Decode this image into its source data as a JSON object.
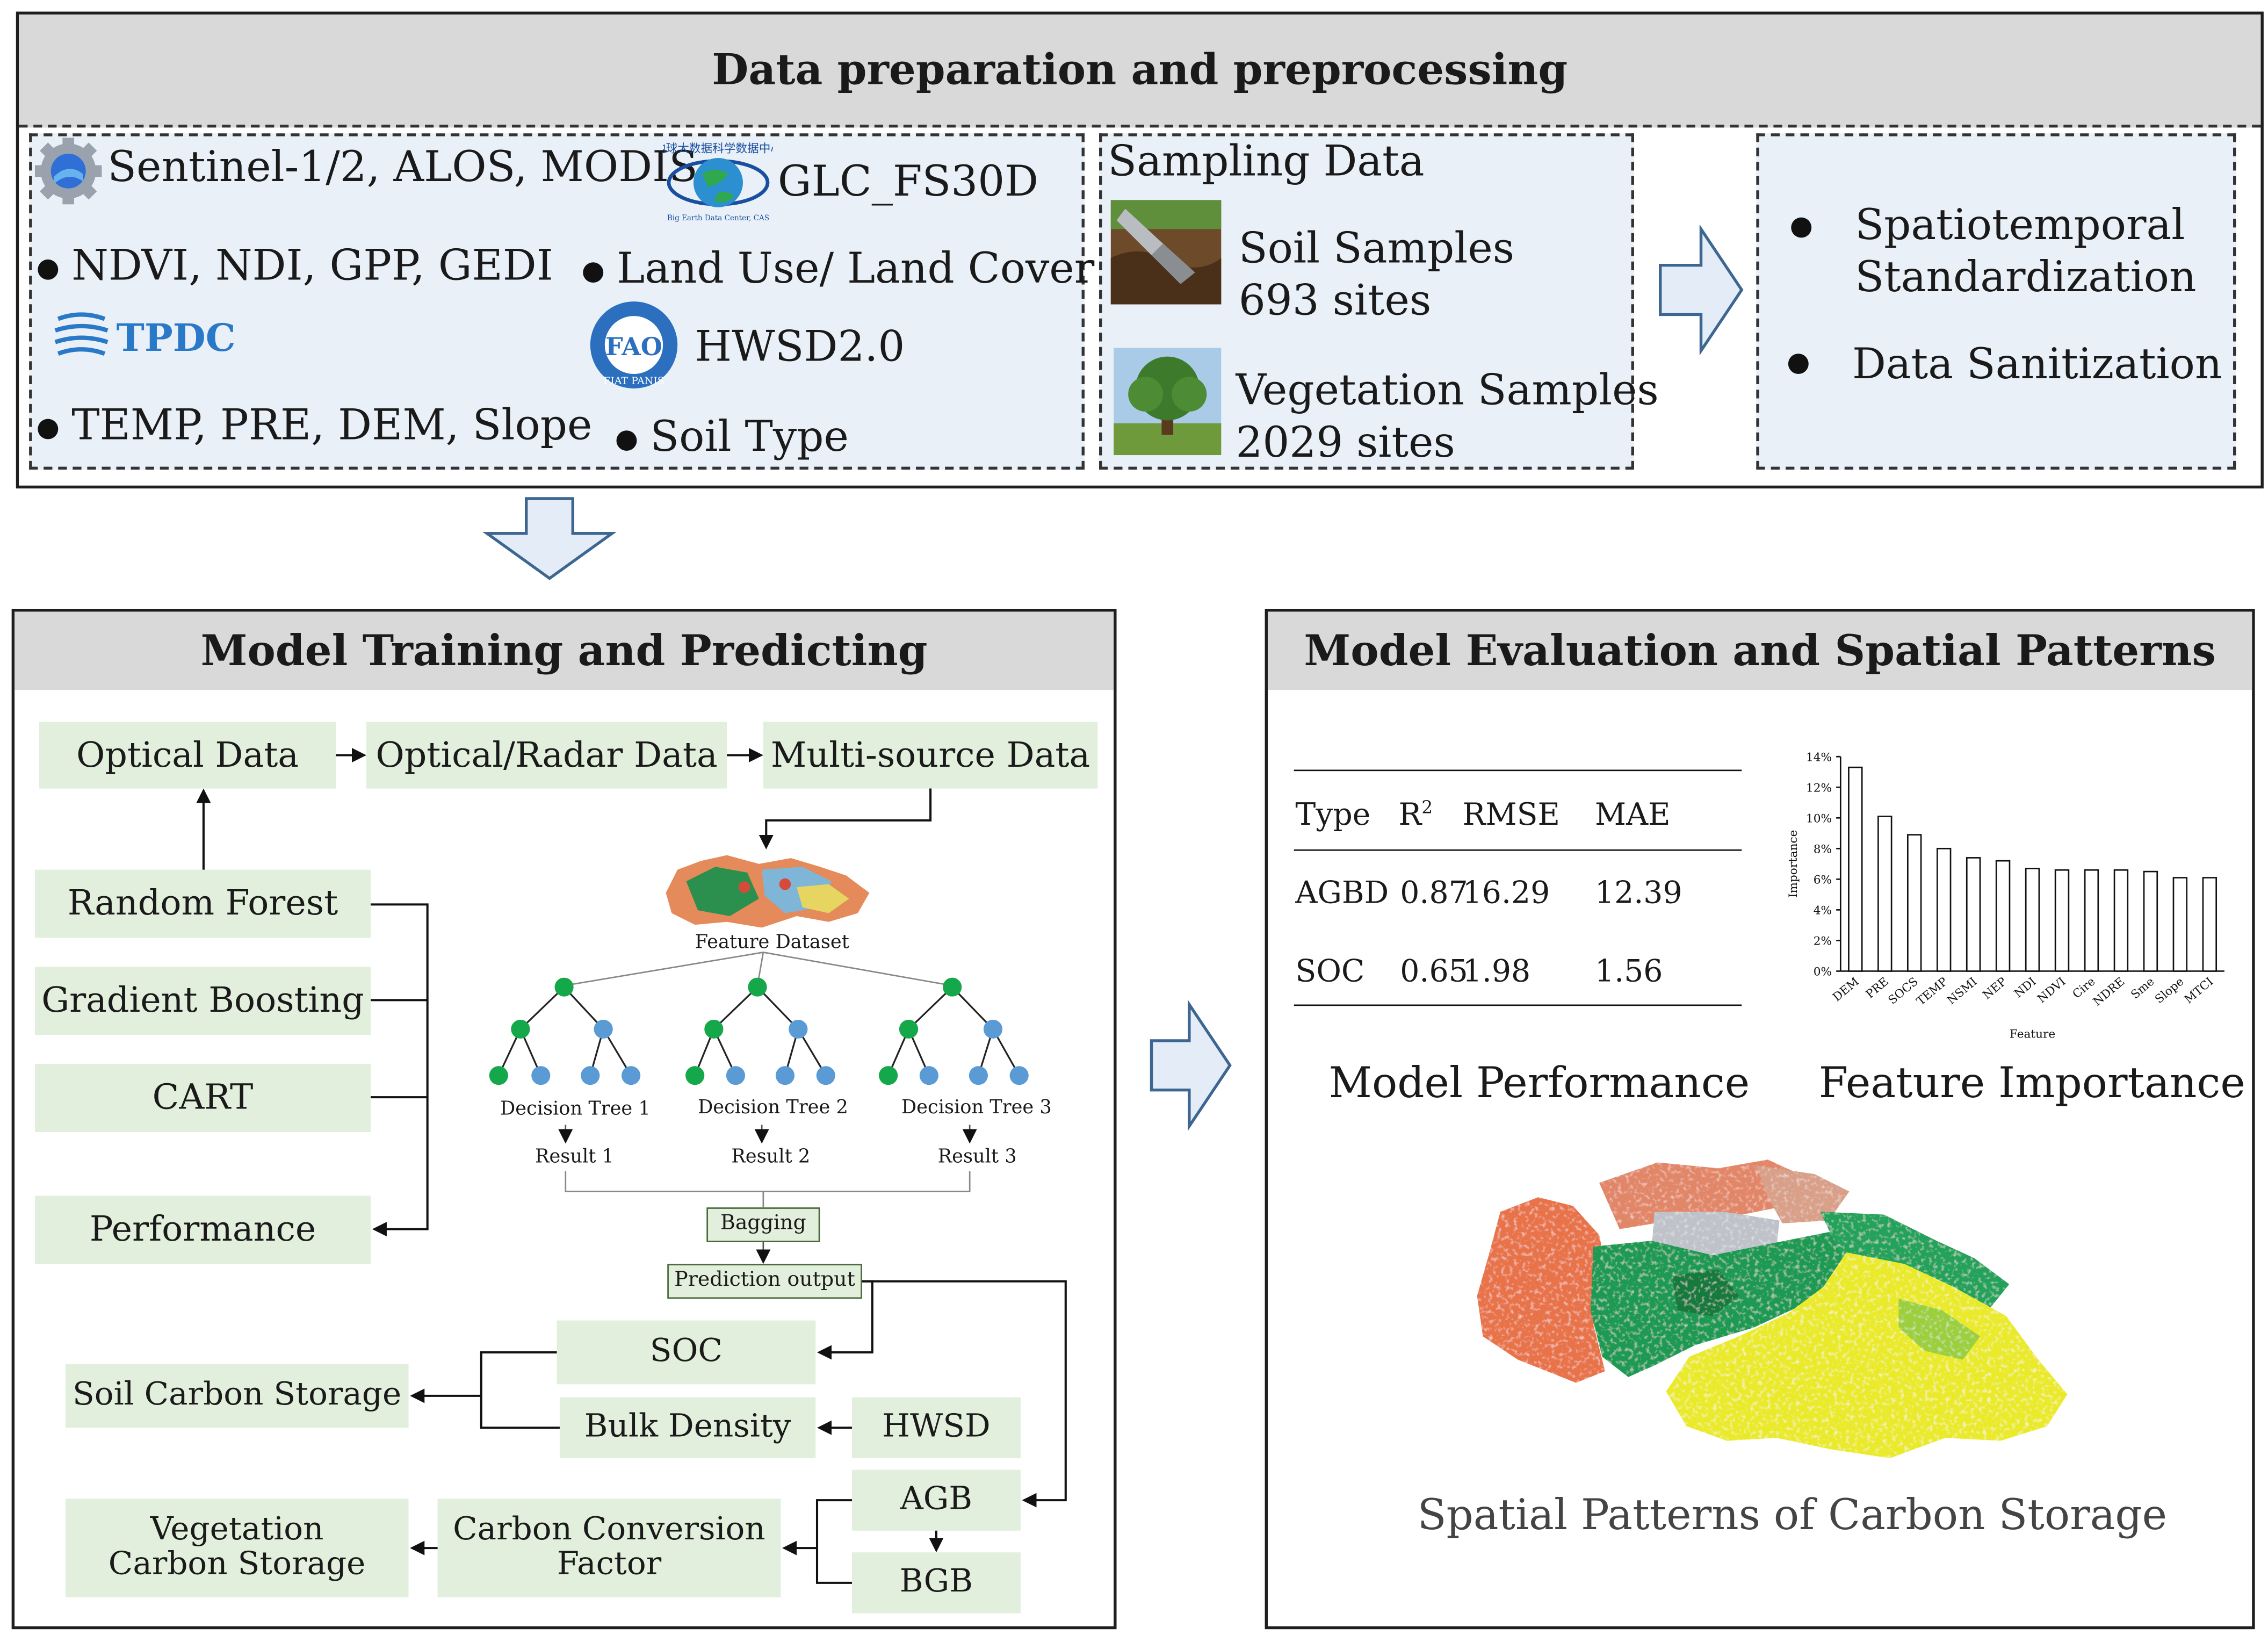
{
  "prep": {
    "title": "Data preparation and preprocessing",
    "remote": "Sentinel-1/2, ALOS, MODIS",
    "glc": "GLC_FS30D",
    "glc_logo_text": "地球大数据科学数据中心",
    "glc_logo_sub": "Big Earth Data Center, CAS",
    "indices": "NDVI, NDI, GPP, GEDI",
    "landuse": "Land Use/ Land Cover",
    "tpdc": "TPDC",
    "fao_logo_text": "FAO",
    "fao_ring": "FIAT PANIS",
    "hwsd": "HWSD2.0",
    "climate": "TEMP, PRE, DEM, Slope",
    "soiltype": "Soil Type",
    "sampling_title": "Sampling Data",
    "soil_samples": "Soil Samples",
    "soil_sites": "693 sites",
    "veg_samples": "Vegetation Samples",
    "veg_sites": "2029 sites",
    "std1": "Spatiotemporal",
    "std2": "Standardization",
    "sanitize": "Data Sanitization"
  },
  "training": {
    "title": "Model Training and Predicting",
    "optical": "Optical Data",
    "optical_radar": "Optical/Radar Data",
    "multisource": "Multi-source Data",
    "rf": "Random Forest",
    "gb": "Gradient Boosting",
    "cart": "CART",
    "performance": "Performance",
    "feature_dataset": "Feature Dataset",
    "trees": [
      "Decision Tree 1",
      "Decision Tree 2",
      "Decision Tree 3"
    ],
    "results": [
      "Result 1",
      "Result 2",
      "Result 3"
    ],
    "bagging": "Bagging",
    "prediction": "Prediction output",
    "soc": "SOC",
    "soil_carbon": "Soil Carbon Storage",
    "bulk_density": "Bulk Density",
    "hwsd": "HWSD",
    "agb": "AGB",
    "bgb": "BGB",
    "veg_carbon_1": "Vegetation",
    "veg_carbon_2": "Carbon Storage",
    "ccf_1": "Carbon Conversion",
    "ccf_2": "Factor"
  },
  "evaluation": {
    "title": "Model Evaluation  and Spatial Patterns",
    "table": {
      "headers": [
        "Type",
        "R",
        "RMSE",
        "MAE"
      ],
      "r_sup": "2",
      "rows": [
        [
          "AGBD",
          "0.87",
          "16.29",
          "12.39"
        ],
        [
          "SOC",
          "0.65",
          "1.98",
          "1.56"
        ]
      ]
    },
    "model_performance": "Model Performance",
    "feature_importance": "Feature  Importance",
    "spatial_caption": "Spatial Patterns of Carbon Storage"
  },
  "chart_data": {
    "type": "bar",
    "title": "",
    "xlabel": "Feature",
    "ylabel": "Importance",
    "categories": [
      "DEM",
      "PRE",
      "SOCS",
      "TEMP",
      "NSMI",
      "NEP",
      "NDI",
      "NDVI",
      "Cire",
      "NDRE",
      "Sme",
      "Slope",
      "MTCI"
    ],
    "values": [
      13.3,
      10.1,
      8.9,
      8.0,
      7.4,
      7.2,
      6.7,
      6.6,
      6.6,
      6.6,
      6.5,
      6.1,
      6.1
    ],
    "ylim": [
      0,
      14
    ],
    "yticks": [
      "0%",
      "2%",
      "4%",
      "6%",
      "8%",
      "10%",
      "12%",
      "14%"
    ],
    "grid": false,
    "legend": "none"
  },
  "colors": {
    "header_gray": "#d9d9d9",
    "dash_fill": "#e9f0f8",
    "green_box": "#e2efdc",
    "node_green": "#14a84a",
    "node_blue": "#5b9bd5",
    "arrow_fill": "#e3ecf7",
    "arrow_stroke": "#3d6690",
    "map_red": "#e8734a",
    "map_green": "#1f9a52",
    "map_yellow": "#eaea2a"
  }
}
